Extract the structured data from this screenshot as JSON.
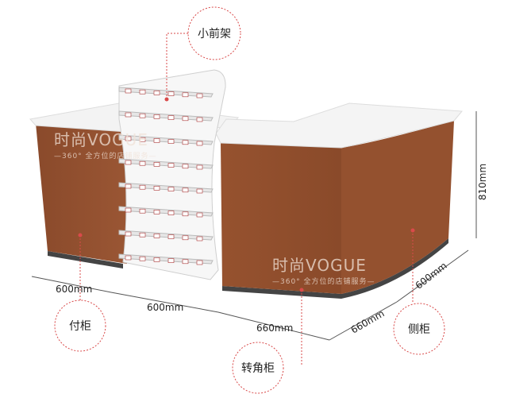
{
  "callouts": {
    "front_shelf": "小前架",
    "side_cabinet_left": "付柜",
    "corner_cabinet": "转角柜",
    "side_cabinet_right": "侧柜"
  },
  "dimensions": {
    "left_depth": "600mm",
    "left_length": "600mm",
    "corner_length": "660mm",
    "corner_depth": "660mm",
    "right_depth": "600mm",
    "height": "810mm"
  },
  "watermark": {
    "brand": "时尚VOGUE",
    "slogan": "—360° 全方位的店铺服务—"
  },
  "colors": {
    "cabinet": "#8f4f2e",
    "top": "#f2f2f2",
    "callout_ring": "#d94a4a",
    "dimension_line": "#555555"
  }
}
